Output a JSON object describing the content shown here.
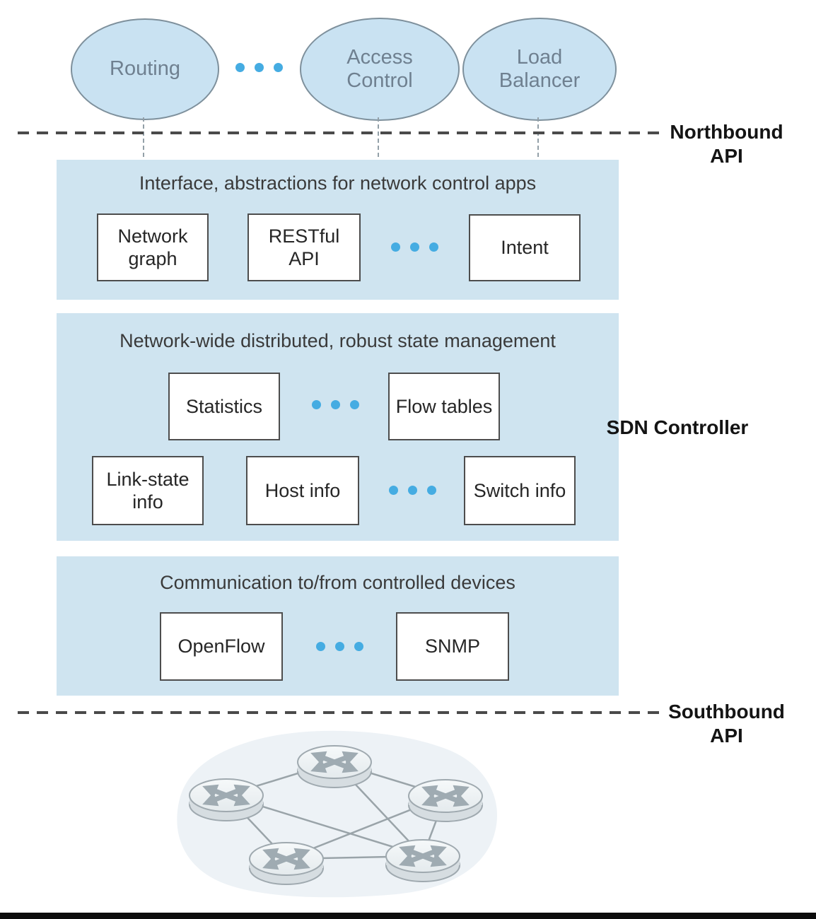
{
  "colors": {
    "panel_blue": "#cfe4f0",
    "ellipse_blue": "#c9e2f2",
    "dot_accent_blue": "#45ace2",
    "box_border": "#4d4d4d",
    "dashed_line": "#4a4a4a"
  },
  "apps": [
    "Routing",
    "Access Control",
    "Load Balancer"
  ],
  "api_labels": {
    "north": [
      "Northbound",
      "API"
    ],
    "south": [
      "Southbound",
      "API"
    ]
  },
  "controller_label": "SDN Controller",
  "panels": [
    {
      "title": "Interface, abstractions for network control apps",
      "boxes": [
        "Network graph",
        "RESTful API",
        "Intent"
      ]
    },
    {
      "title": "Network-wide distributed, robust state management",
      "row1": [
        "Statistics",
        "Flow tables"
      ],
      "row2": [
        "Link-state info",
        "Host info",
        "Switch info"
      ]
    },
    {
      "title": "Communication to/from controlled devices",
      "boxes": [
        "OpenFlow",
        "SNMP"
      ]
    }
  ],
  "network": {
    "router_count": 5
  }
}
